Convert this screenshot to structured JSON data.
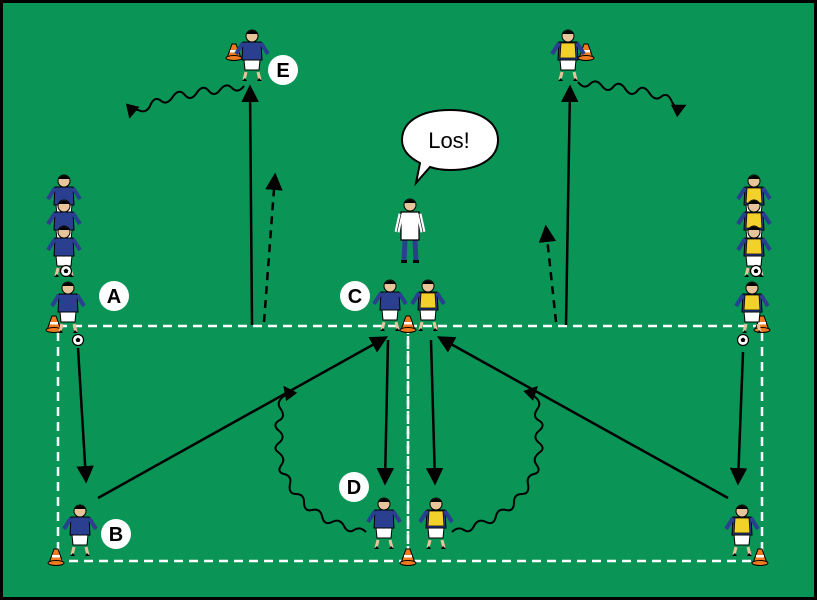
{
  "colors": {
    "pitch": "#0a9456",
    "border": "#000000",
    "line": "#ffffff",
    "team_blue": "#2a3f8f",
    "team_yellow": "#f2d22a",
    "cone": "#f07a1e",
    "arrow": "#000000"
  },
  "labels": {
    "a": "A",
    "b": "B",
    "c": "C",
    "d": "D",
    "e": "E"
  },
  "speech": {
    "text": "Los!"
  },
  "icons": [
    "player-blue-icon",
    "player-yellow-icon",
    "coach-icon",
    "cone-icon",
    "ball-icon"
  ]
}
